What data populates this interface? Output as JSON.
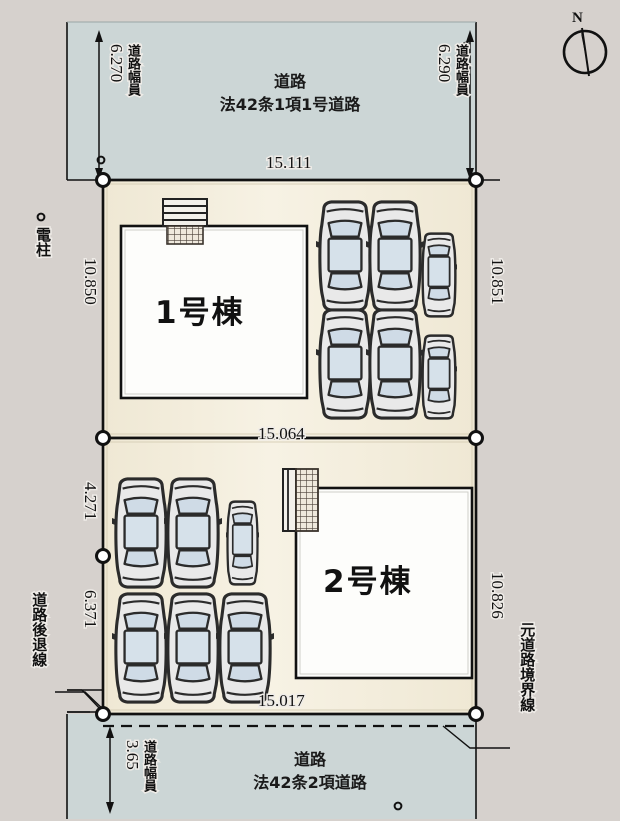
{
  "document": {
    "type": "site-plan",
    "title": "区画図"
  },
  "compass": {
    "north_label": "N"
  },
  "colors": {
    "road_fill": "#ccd6d6",
    "lot_fill": "#f4efe2",
    "lot_fill_alt": "#f7f3e6",
    "building_fill": "#fdfdfb",
    "page_background": "#d6d1cd",
    "line": "#1a1a1a",
    "car_body": "#3a3a3a",
    "car_glass": "#ccd8e4"
  },
  "roads": {
    "top": {
      "name": "道路",
      "designation": "法42条1項1号道路",
      "width_left_label": "道路幅員",
      "width_left_value": "6.270",
      "width_right_label": "道路幅員",
      "width_right_value": "6.290"
    },
    "bottom": {
      "name": "道路",
      "designation": "法42条2項道路",
      "width_label": "道路幅員",
      "width_value": "3.65"
    }
  },
  "annotations": {
    "utility_pole": "電柱",
    "setback_line": "道路後退線",
    "original_boundary_line": "元道路境界線"
  },
  "lots": [
    {
      "id": "lot-1",
      "building_label": "1号棟",
      "dim_top": "15.111",
      "dim_bottom": "15.064",
      "dim_left": "10.850",
      "dim_right": "10.851",
      "parking_spaces": 6
    },
    {
      "id": "lot-2",
      "building_label": "2号棟",
      "dim_bottom": "15.017",
      "dim_left_upper": "4.271",
      "dim_left_lower": "6.371",
      "dim_right": "10.826",
      "parking_spaces": 6
    }
  ],
  "dimensions": {
    "top_width": "15.111",
    "middle_width": "15.064",
    "bottom_width": "15.017",
    "lot1_left_height": "10.850",
    "lot1_right_height": "10.851",
    "lot2_left_upper": "4.271",
    "lot2_left_lower": "6.371",
    "lot2_right_height": "10.826",
    "road_top_width_left": "6.270",
    "road_top_width_right": "6.290",
    "road_bottom_width": "3.65"
  }
}
